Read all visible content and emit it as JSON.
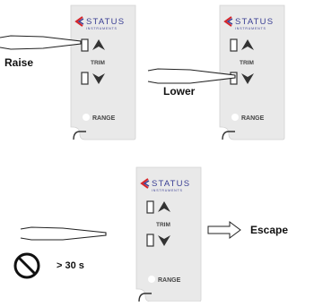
{
  "brand": {
    "name": "STATUS",
    "subtitle": "INSTRUMENTS"
  },
  "device": {
    "trim_label": "TRIM",
    "range_label": "RANGE"
  },
  "steps": {
    "raise": {
      "label": "Raise"
    },
    "lower": {
      "label": "Lower"
    },
    "escape": {
      "label": "Escape",
      "condition": "> 30 s"
    }
  },
  "colors": {
    "panel": "#e9e9e9",
    "panel_edge": "#cfcfcf",
    "brand_red": "#d6262b",
    "brand_blue": "#3a3f94",
    "ink": "#222222"
  }
}
